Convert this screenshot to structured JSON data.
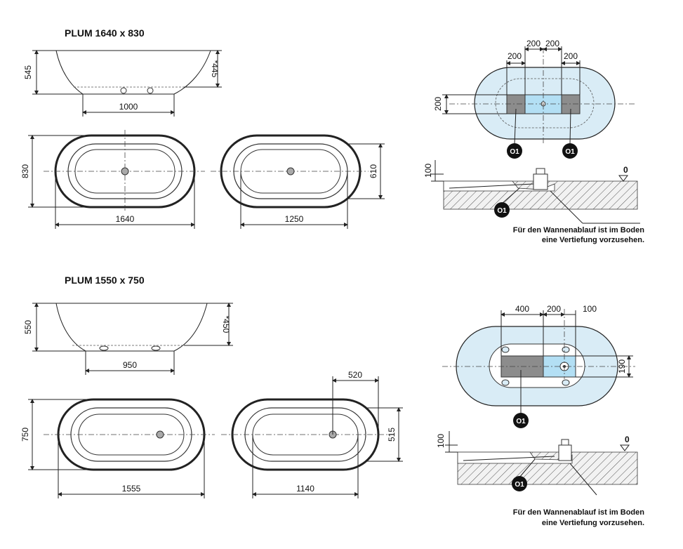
{
  "models": [
    {
      "title": "PLUM 1640 x 830",
      "side_height": "545",
      "side_inner_height": "*445",
      "side_base_width": "1000",
      "top_width": "830",
      "top_length": "1640",
      "inner_width": "610",
      "inner_length": "1250",
      "install_dims": [
        "200",
        "200",
        "200",
        "200"
      ],
      "install_side": "200",
      "floor_depth": "100",
      "floor_level": "0",
      "marker": "O1",
      "note_line1": "Für den Wannenablauf ist im Boden",
      "note_line2": "eine Vertiefung vorzusehen."
    },
    {
      "title": "PLUM 1550 x 750",
      "side_height": "550",
      "side_inner_height": "*450",
      "side_base_width": "950",
      "top_width": "750",
      "top_length": "1555",
      "inner_width": "515",
      "inner_length": "1140",
      "drain_offset": "520",
      "install_dims": [
        "400",
        "200",
        "100"
      ],
      "install_side": "190",
      "floor_depth": "100",
      "floor_level": "0",
      "marker": "O1",
      "note_line1": "Für den Wannenablauf ist im Boden",
      "note_line2": "eine Vertiefung vorzusehen."
    }
  ],
  "colors": {
    "install_zone": "#d9ecf6",
    "panel_grey": "#8c8c8c",
    "panel_blue": "#b3dff4",
    "line": "#222222"
  }
}
